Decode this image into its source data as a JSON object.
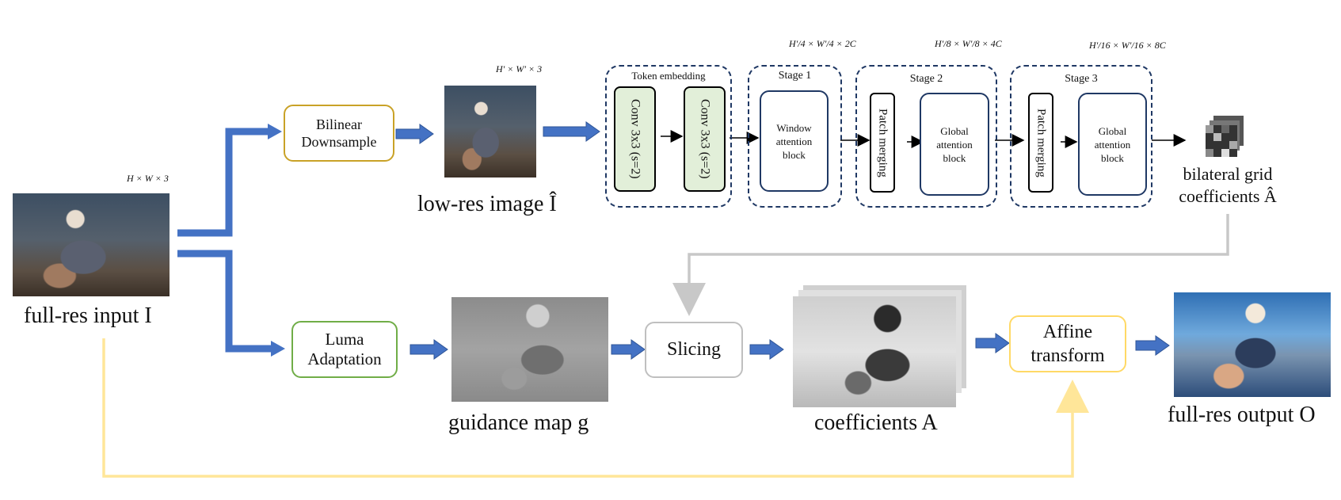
{
  "input": {
    "caption": "full-res input I",
    "dims": "H × W × 3"
  },
  "downsample": {
    "label_line1": "Bilinear",
    "label_line2": "Downsample"
  },
  "lowres": {
    "caption": "low-res image Î",
    "dims": "H′ × W′ × 3"
  },
  "token_embedding": {
    "title": "Token embedding",
    "conv1": "Conv 3x3 (s=2)",
    "conv2": "Conv 3x3 (s=2)"
  },
  "stage1": {
    "title": "Stage 1",
    "block_line1": "Window",
    "block_line2": "attention",
    "block_line3": "block",
    "dims": "H′/4 × W′/4 × 2C"
  },
  "stage2": {
    "title": "Stage 2",
    "merge": "Patch merging",
    "block_line1": "Global",
    "block_line2": "attention",
    "block_line3": "block",
    "dims": "H′/8 × W′/8 × 4C"
  },
  "stage3": {
    "title": "Stage 3",
    "merge": "Patch merging",
    "block_line1": "Global",
    "block_line2": "attention",
    "block_line3": "block",
    "dims": "H′/16 × W′/16 × 8C"
  },
  "grid": {
    "caption_line1": "bilateral grid",
    "caption_line2": "coefficients Â"
  },
  "luma": {
    "label_line1": "Luma",
    "label_line2": "Adaptation"
  },
  "guidance": {
    "caption": "guidance map g"
  },
  "slicing": {
    "label": "Slicing"
  },
  "coefficients": {
    "caption": "coefficients A"
  },
  "affine": {
    "label_line1": "Affine",
    "label_line2": "transform"
  },
  "output": {
    "caption": "full-res output O"
  },
  "colors": {
    "blue_arrow": "#4472c4",
    "orange_border": "#c9a227",
    "green_border": "#70ad47",
    "navy": "#1f3864",
    "conv_fill": "#e2efd9",
    "gray_wire": "#c8c8c8",
    "yellow_wire": "#ffe699",
    "affine_border": "#ffd966"
  }
}
